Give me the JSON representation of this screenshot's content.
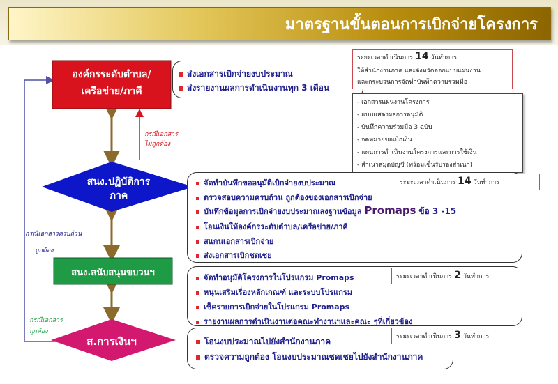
{
  "title": "มาตรฐานขั้นตอนการเบิกจ่ายโครงการ",
  "colors": {
    "red_box": "#d8131d",
    "blue_diamond": "#0d17c9",
    "green_box": "#1f9a45",
    "pink_diamond": "#d31870",
    "bullet": "#e0262e",
    "item_text": "#1e1e8c",
    "arrow": "#8b6a2c",
    "line": "#4f52a6"
  },
  "nodes": {
    "org": {
      "line1": "องค์กรระดับตำบล/",
      "line2": "เครือข่าย/ภาคี"
    },
    "regional": {
      "line1": "สนง.ปฏิบัติการ",
      "line2": "ภาค"
    },
    "support": {
      "label": "สนง.สนับสนุนขบวนฯ"
    },
    "finance": {
      "label": "ส.การเงินฯ"
    }
  },
  "panel1": {
    "items": [
      "ส่งเอกสารเบิกจ่ายงบประมาณ",
      "ส่งรายงานผลการดำเนินงานทุก 3 เดือน"
    ]
  },
  "time1": {
    "prefix": "ระยะเวลาดำเนินการ",
    "num": "14",
    "unit": "วันทำการ",
    "line2": "ให้สำนักงานภาค และจังหวัดออกแบบแผนงาน",
    "line3": "และกระบวนการจัดทำบันทึกความร่วมมือ"
  },
  "docs": [
    "- เอกสารแผนงานโครงการ",
    "- แบบแสดงผลการอนุมัติ",
    "- บันทึกความร่วมมือ  3  ฉบับ",
    "- จดหมายขอเบิกเงิน",
    "- แผนการดำเนินงานโครงการและการใช้เงิน",
    "- สำเนาสมุดบัญชี (พร้อมเซ็นรับรองสำเนา)"
  ],
  "panel2": {
    "items": [
      "จัดทำบันทึกขออนุมัติเบิกจ่ายงบประมาณ",
      "ตรวจสอบความครบถ้วน  ถูกต้องของเอกสารเบิกจ่าย",
      "บันทึกข้อมูลการเบิกจ่ายงบประมาณลงฐานข้อมูล",
      "โอนเงินให้องค์กรระดับตำบล/เครือข่าย/ภาคี",
      "สแกนเอกสารเบิกจ่าย",
      "ส่งเอกสารเบิกชดเชย"
    ],
    "promaps": "Promaps",
    "promaps_range": "ข้อ 3 -15"
  },
  "time2": {
    "prefix": "ระยะเวลาดำเนินการ",
    "num": "14",
    "unit": "วันทำการ"
  },
  "panel3": {
    "items": [
      "จัดทำอนุมัติโครงการในโปรแกรม Promaps",
      "หนุนเสริมเรื่องหลักเกณฑ์ และระบบโปรแกรม",
      "เช็ครายการเบิกจ่ายในโปรแกรม  Promaps",
      "รายงานผลการดำเนินงานต่อคณะทำงานฯและคณะ ๆที่เกี่ยวข้อง"
    ]
  },
  "time3": {
    "prefix": "ระยะเวลาดำเนินการ",
    "num": "2",
    "unit": "วันทำการ"
  },
  "panel4": {
    "items": [
      "โอนงบประมาณไปยังสำนักงานภาค",
      "ตรวจความถูกต้อง โอนงบประมาณชดเชยไปยังสำนักงานภาค"
    ]
  },
  "time4": {
    "prefix": "ระยะเวลาดำเนินการ",
    "num": "3",
    "unit": "วันทำการ"
  },
  "notes": {
    "incorrect": {
      "line1": "กรณีเอกสาร",
      "line2": "ไม่ถูกต้อง"
    },
    "complete": {
      "line1": "กรณีเอกสารครบถ้วน",
      "line2": "ถูกต้อง"
    },
    "doc_case": {
      "line1": "กรณีเอกสาร",
      "line2": "ถูกต้อง"
    }
  }
}
